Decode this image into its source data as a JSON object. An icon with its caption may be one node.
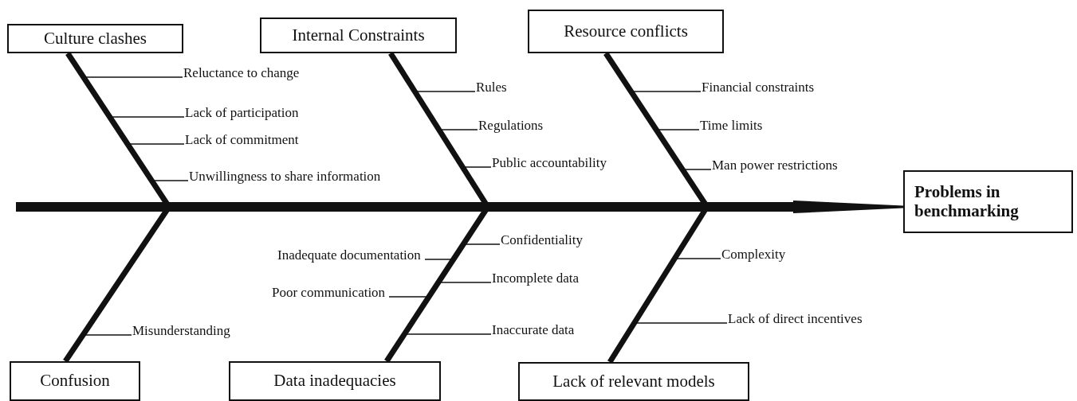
{
  "diagram": {
    "nodes": [
      {
        "text": [
          "Culture clashes"
        ]
      },
      {
        "text": [
          "Internal Constraints"
        ]
      },
      {
        "text": [
          "Resource conflicts"
        ]
      },
      {
        "text": [
          "Problems in benchmarking"
        ]
      },
      {
        "text": [
          "Confusion"
        ]
      },
      {
        "text": [
          "Data inadequacies"
        ]
      },
      {
        "text": [
          "Lack of relevant models"
        ]
      }
    ],
    "edges": [
      {
        "from": null,
        "to": 3,
        "arrow": "to"
      },
      {
        "from": 0,
        "to": null,
        "arrow": "none"
      },
      {
        "from": 1,
        "to": null,
        "arrow": "none"
      },
      {
        "from": 2,
        "to": null,
        "arrow": "none"
      },
      {
        "from": 4,
        "to": null,
        "arrow": "none"
      },
      {
        "from": 5,
        "to": null,
        "arrow": "none"
      },
      {
        "from": 6,
        "to": null,
        "arrow": "none"
      }
    ],
    "labels": [
      "Reluctance to change",
      "Rules",
      "Financial constraints",
      "Lack of participation",
      "Regulations",
      "Time limits",
      "Lack of commitment",
      "Public accountability",
      "Man power restrictions",
      "Unwillingness to share information",
      "Confidentiality",
      "Inadequate documentation",
      "Complexity",
      "Incomplete data",
      "Poor communication",
      "Lack of direct incentives",
      "Misunderstanding",
      "Inaccurate data"
    ]
  }
}
